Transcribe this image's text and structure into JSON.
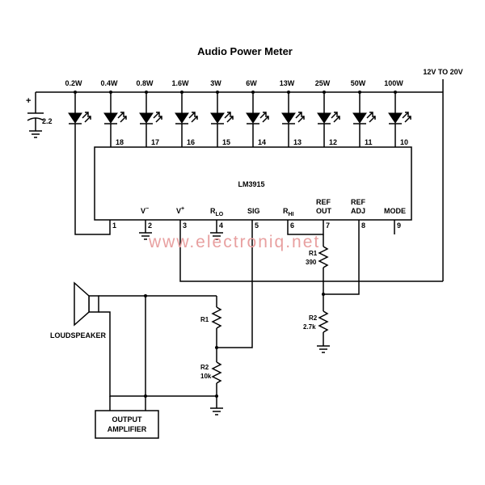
{
  "title": "Audio Power Meter",
  "supply_label": "12V TO 20V",
  "ic_label": "LM3915",
  "leds": [
    {
      "watt": "0.2W",
      "pin": "1"
    },
    {
      "watt": "0.4W",
      "pin": "18"
    },
    {
      "watt": "0.8W",
      "pin": "17"
    },
    {
      "watt": "1.6W",
      "pin": "16"
    },
    {
      "watt": "3W",
      "pin": "15"
    },
    {
      "watt": "6W",
      "pin": "14"
    },
    {
      "watt": "13W",
      "pin": "13"
    },
    {
      "watt": "25W",
      "pin": "12"
    },
    {
      "watt": "50W",
      "pin": "11"
    },
    {
      "watt": "100W",
      "pin": "10"
    }
  ],
  "bottom_pins": {
    "vminus": {
      "name": "V",
      "sup": "−",
      "pin": "2"
    },
    "vplus": {
      "name": "V",
      "sup": "+",
      "pin": "3"
    },
    "rlo": {
      "name": "R",
      "sub": "LO",
      "pin": "4"
    },
    "sig": {
      "name": "SIG",
      "pin": "5"
    },
    "rhi": {
      "name": "R",
      "sub": "HI",
      "pin": "6"
    },
    "refout": {
      "line1": "REF",
      "line2": "OUT",
      "pin": "7"
    },
    "refadj": {
      "line1": "REF",
      "line2": "ADJ",
      "pin": "8"
    },
    "mode": {
      "name": "MODE",
      "pin": "9"
    }
  },
  "capacitor": {
    "value": "2.2",
    "polarity": "+"
  },
  "ref_r1": {
    "name": "R1",
    "value": "390"
  },
  "ref_r2": {
    "name": "R2",
    "value": "2.7k"
  },
  "in_r1": {
    "name": "R1"
  },
  "in_r2": {
    "name": "R2",
    "value": "10k"
  },
  "speaker_label": "LOUDSPEAKER",
  "amp_label": {
    "line1": "OUTPUT",
    "line2": "AMPLIFIER"
  },
  "watermark": "www.electroniq.net"
}
